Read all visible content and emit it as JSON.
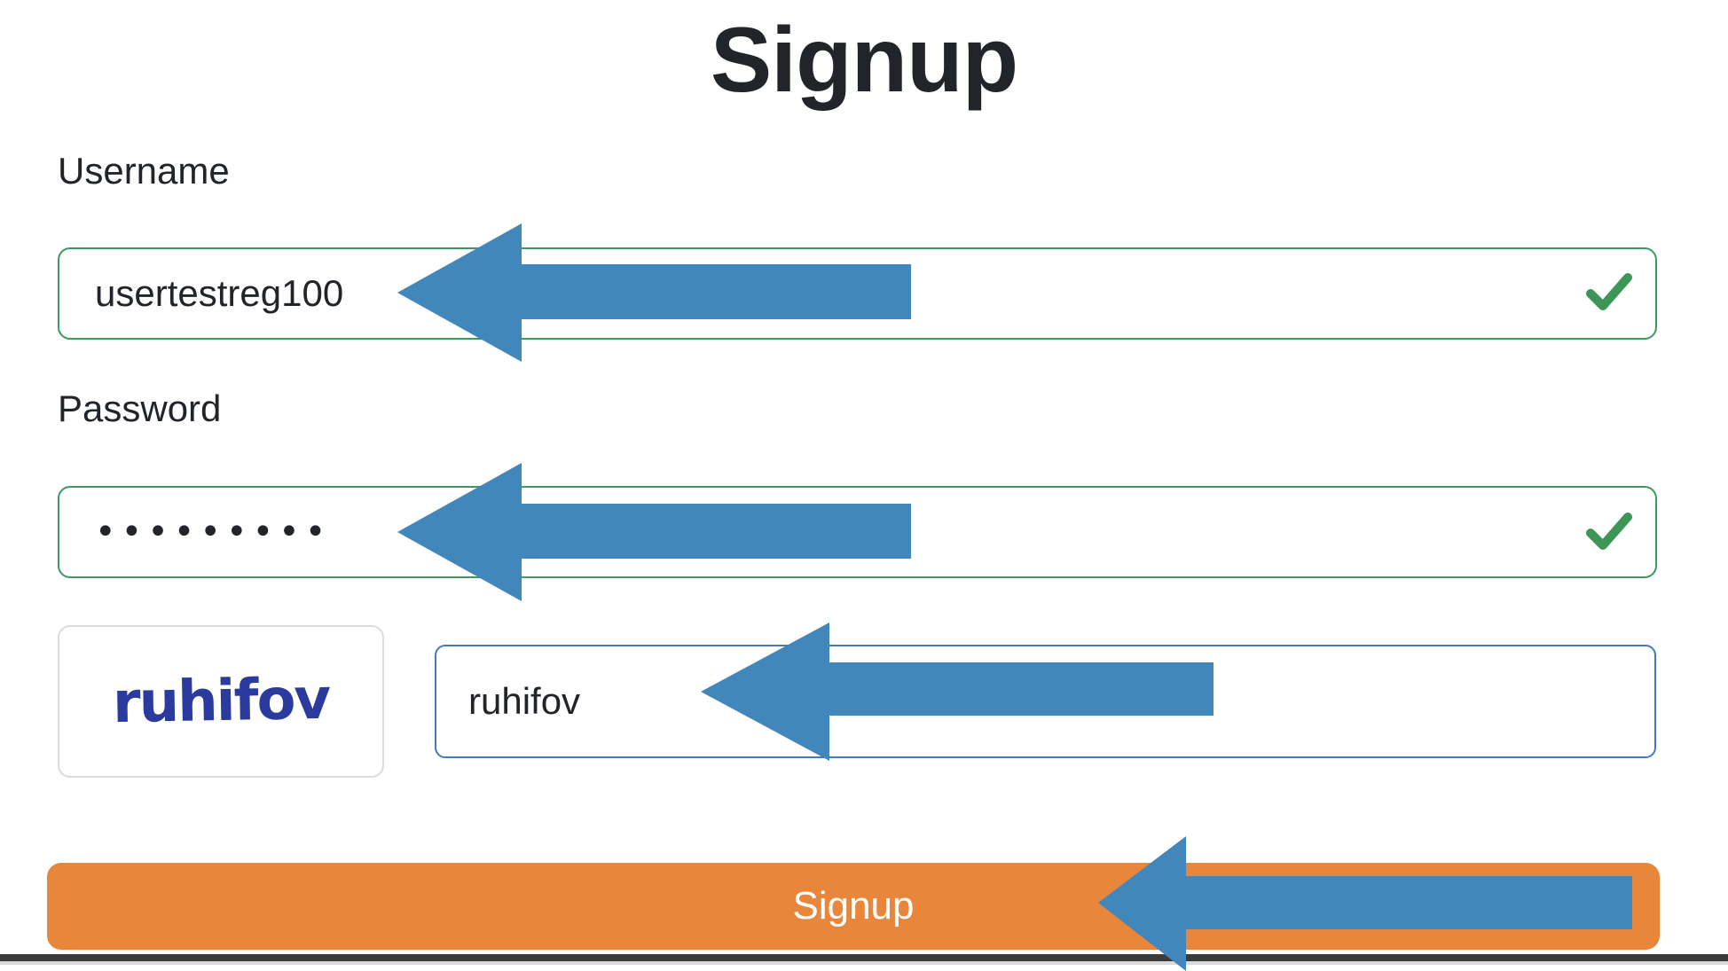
{
  "title": "Signup",
  "form": {
    "username": {
      "label": "Username",
      "value": "usertestreg100",
      "status": "valid"
    },
    "password": {
      "label": "Password",
      "masked_value": "•••••••••",
      "status": "valid"
    },
    "captcha": {
      "image_text": "ruhifov",
      "input_value": "ruhifov"
    },
    "submit_label": "Signup"
  },
  "annotations": {
    "arrows": [
      {
        "icon": "left-arrow",
        "target": "username-input"
      },
      {
        "icon": "left-arrow",
        "target": "password-input"
      },
      {
        "icon": "left-arrow",
        "target": "captcha-input"
      },
      {
        "icon": "left-arrow",
        "target": "signup-button"
      }
    ]
  },
  "colors": {
    "arrow-blue": "#4187bc",
    "success-green": "#3d9656",
    "input-border-green": "#3d9960",
    "button-orange": "#e8873b",
    "captcha-text-blue": "#2b3a9d",
    "captcha-input-border": "#4579bd",
    "bottom-bar-dark": "#3b3b3b",
    "bottom-bar-light": "#d9d9d9"
  }
}
